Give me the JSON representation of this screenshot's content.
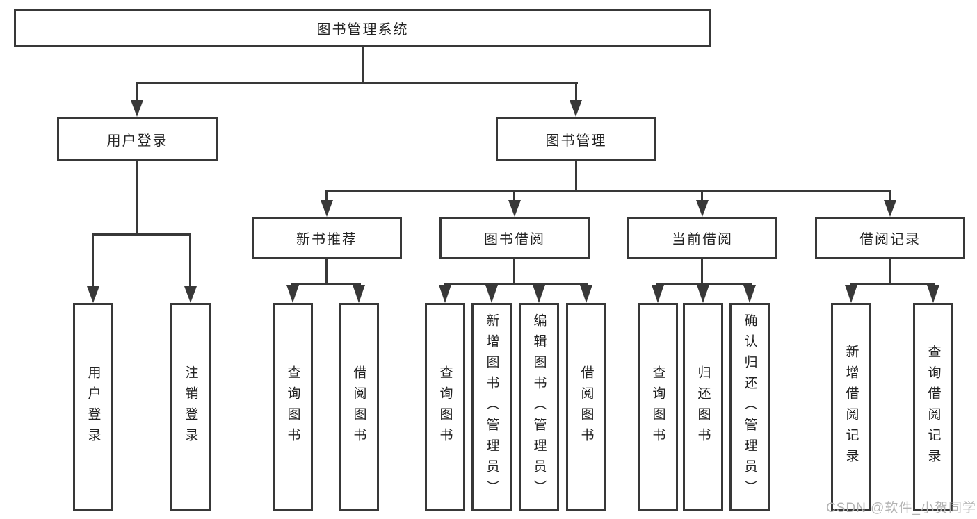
{
  "tree": {
    "root": "图书管理系统",
    "branches": [
      {
        "label": "用户登录",
        "children": [
          "用户登录",
          "注销登录"
        ]
      },
      {
        "label": "图书管理",
        "sections": [
          {
            "label": "新书推荐",
            "children": [
              "查询图书",
              "借阅图书"
            ]
          },
          {
            "label": "图书借阅",
            "children": [
              "查询图书",
              "新增图书（管理员）",
              "编辑图书（管理员）",
              "借阅图书"
            ]
          },
          {
            "label": "当前借阅",
            "children": [
              "查询图书",
              "归还图书",
              "确认归还（管理员）"
            ]
          },
          {
            "label": "借阅记录",
            "children": [
              "新增借阅记录",
              "查询借阅记录"
            ]
          }
        ]
      }
    ]
  },
  "watermark": {
    "text": "CSDN @软件_小贺同学"
  },
  "colors": {
    "line": "#383838",
    "border": "#383838",
    "text": "#222222",
    "watermark": "#b3b3b3",
    "background": "#ffffff"
  }
}
